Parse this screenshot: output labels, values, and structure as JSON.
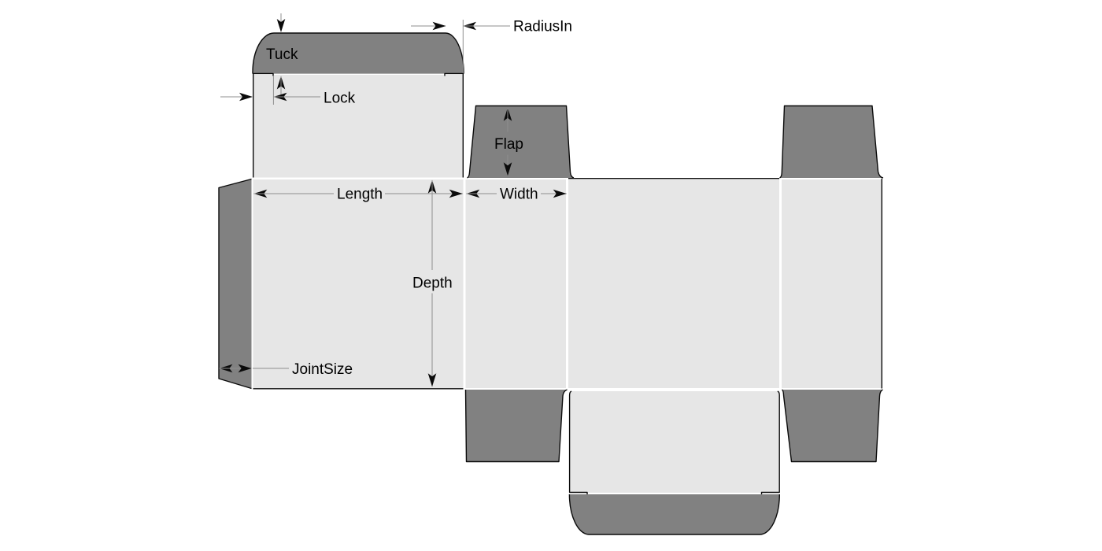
{
  "diagram": {
    "kind": "box-dieline-template",
    "labels": {
      "radius_in": "RadiusIn",
      "tuck": "Tuck",
      "lock": "Lock",
      "flap": "Flap",
      "length": "Length",
      "width": "Width",
      "depth": "Depth",
      "joint_size": "JointSize"
    },
    "colors": {
      "panel_fill": "#e6e6e6",
      "flap_fill": "#818181",
      "outline": "#0a0a0a",
      "dim_line": "#8f8f8f",
      "label_text": "#000000",
      "background": "#ffffff"
    }
  }
}
